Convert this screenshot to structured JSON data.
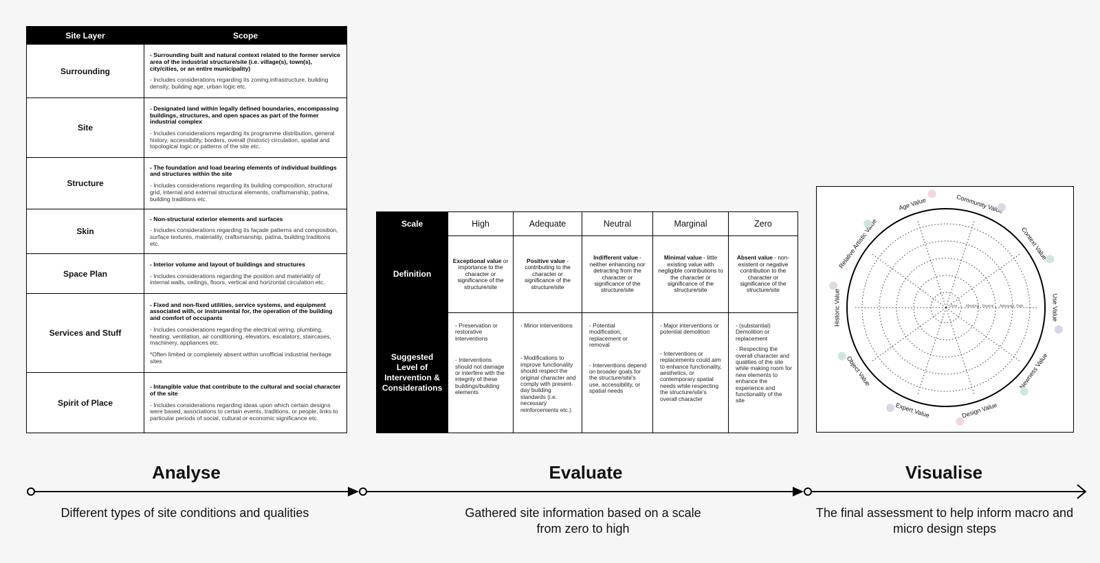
{
  "layers": {
    "header": {
      "layer": "Site Layer",
      "scope": "Scope"
    },
    "rows": [
      {
        "name": "Surrounding",
        "bold": "- Surrounding built and natural context related to the former service area of the industrial structure/site (i.e. village(s), town(s), city/cities, or an entire municipality)",
        "notes": [
          "- Includes considerations regarding its zoning,infrastructure, building density, building age, urban logic etc."
        ]
      },
      {
        "name": "Site",
        "bold": "- Designated land within legally defined boundaries, encompassing buildings, structures, and open spaces as part of the former industrial complex",
        "notes": [
          "- Includes considerations regarding its programme distribution, general history, accessibility, borders, overall (historic) circulation, spatial and topological logic or patterns of the site etc."
        ]
      },
      {
        "name": "Structure",
        "bold": "- The foundation and load bearing elements of individual buildings and structures within the site",
        "notes": [
          "- Includes considerations regarding its building composition, structural grid, internal and external structural elements, craftsmanship, patina, building traditions etc."
        ]
      },
      {
        "name": "Skin",
        "bold": "- Non-structural exterior elements and surfaces",
        "notes": [
          "- Includes considerations regarding its façade patterns and composition, surface textures, materiality, craftsmanship, patina, building traditions etc."
        ]
      },
      {
        "name": "Space Plan",
        "bold": "- Interior volume and layout of buildings and structures",
        "notes": [
          "- Includes considerations regarding the position and materiality of internal walls, ceilings, floors, vertical and horizontal circulation etc."
        ]
      },
      {
        "name": "Services and Stuff",
        "bold": "- Fixed and non-fixed utilities, service systems, and equipment associated with, or instrumental for, the operation of the building and comfort of occupants",
        "notes": [
          "- Includes considerations regarding the electrical wiring, plumbing, heating, ventilation, air conditioning, elevators, escalators, staircases, machinery, appliances etc.",
          "*Often limited or completely absent within unofficial industrial heritage sites"
        ]
      },
      {
        "name": "Spirit of Place",
        "bold": "- Intangible value that contribute to the cultural and social character of the site",
        "notes": [
          "- Includes considerations regarding ideas upon which certain designs were based, associations to certain events, traditions, or people, links to particular periods of social, cultural or economic significance etc."
        ]
      }
    ]
  },
  "scale": {
    "corner": "Scale",
    "columns": [
      "High",
      "Adequate",
      "Neutral",
      "Marginal",
      "Zero"
    ],
    "definition_label": "Definition",
    "definitions": [
      {
        "bold": "Exceptional value",
        "rest": " or importance to the character or significance of the structure/site"
      },
      {
        "bold": "Positive value",
        "rest": " - contributing to the character or significance of the structure/site"
      },
      {
        "bold": "Indifferent value",
        "rest": " - neither enhancing nor detracting from the character or significance of the structure/site"
      },
      {
        "bold": "Minimal value",
        "rest": " - little existing value with negligible contributions to the character or significance of the structure/site"
      },
      {
        "bold": "Absent value",
        "rest": " - non-existent or negative contribution to the character or significance of the structure/site"
      }
    ],
    "suggested_label": "Suggested Level of Intervention & Considerations",
    "suggestions": [
      [
        "- Preservation or restorative interventions",
        "- Interventions should not damage or interfere with the integrity of these buildings/building elements"
      ],
      [
        "- Minor interventions",
        "- Modifications to improve functionality should respect the original character and comply with present-day building standards (i.e. necessary reinforcements etc.)"
      ],
      [
        "- Potential modification, replacement or removal",
        "- Interventions depend on broader goals for the structure/site's use, accessibility, or spatial needs"
      ],
      [
        "- Major interventions or potential demolition",
        "- Interventions or replacements could aim to enhance functionality, aesthetics, or contemporary spatial needs while respecting the structure/site's overall character"
      ],
      [
        "- (substantial) Demolition or replacement",
        "- Respecting the overall character and qualities of the site while making room for new elements to enhance the experience and functionality of the site"
      ]
    ]
  },
  "radar": {
    "axes": [
      {
        "label": "Use Value",
        "color": "#d9d6e6"
      },
      {
        "label": "Newness Value",
        "color": "#cfe6de"
      },
      {
        "label": "Design Value",
        "color": "#f3d6de"
      },
      {
        "label": "Expert Value",
        "color": "#ddd6e6"
      },
      {
        "label": "Object Value",
        "color": "#cfe6de"
      },
      {
        "label": "Historic Value",
        "color": "#e3dada"
      },
      {
        "label": "Relative Artistic Value",
        "color": "#cfe6de"
      },
      {
        "label": "Age Value",
        "color": "#f3d6de"
      },
      {
        "label": "Community Value",
        "color": "#ddd6e6"
      },
      {
        "label": "Context Value",
        "color": "#cfe6de"
      }
    ],
    "scale_labels": [
      "Zero",
      "Marginal",
      "Neutral",
      "Adequate",
      "High"
    ]
  },
  "stages": [
    {
      "title": "Analyse",
      "desc": "Different types of site conditions and qualities"
    },
    {
      "title": "Evaluate",
      "desc": "Gathered site information based on a scale from zero to high"
    },
    {
      "title": "Visualise",
      "desc": "The final assessment to help inform macro and micro design steps"
    }
  ]
}
